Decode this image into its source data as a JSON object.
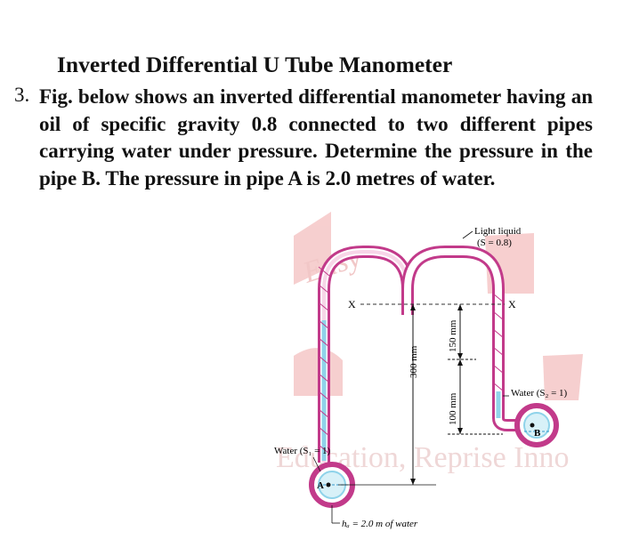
{
  "title": "Inverted Differential U Tube Manometer",
  "question": {
    "number": "3.",
    "text": "Fig. below shows an inverted differential manometer having an oil of specific gravity 0.8 connected to two different pipes carrying water under pressure. Determine the pressure in the pipe B. The pressure in pipe A is 2.0 metres of water."
  },
  "figure": {
    "light_liquid_label": "Light liquid",
    "light_liquid_sg": "(S = 0.8)",
    "datum_left": "X",
    "datum_right": "X",
    "dim_300": "300 mm",
    "dim_150": "150 mm",
    "dim_100": "100 mm",
    "water_left": "Water (S₁ = 1)",
    "water_right": "Water (S₂ = 1)",
    "pipe_a": "A",
    "pipe_b": "B",
    "head_a": "hₐ = 2.0 m of water",
    "watermark_top": "Easy",
    "watermark_bottom": "Education, Reprise Inno",
    "colors": {
      "tube": "#c23a8a",
      "liquid": "#8fd3ea",
      "watermark": "#f1b3b3"
    }
  }
}
